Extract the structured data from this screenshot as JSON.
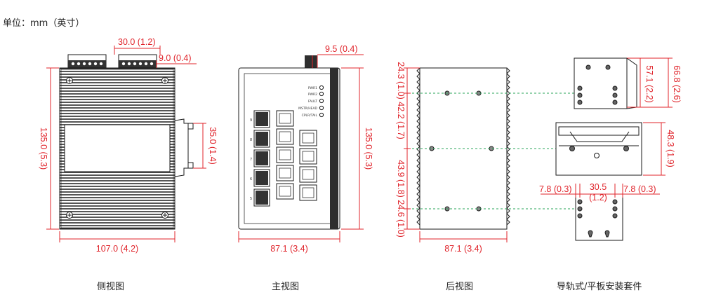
{
  "unit_label": "单位：mm（英寸）",
  "views": {
    "side": {
      "caption": "侧视图",
      "dims": {
        "top_width": "30.0 (1.2)",
        "top_small": "9.0 (0.4)",
        "height": "135.0 (5.3)",
        "din": "35.0 (1.4)",
        "width": "107.0 (4.2)"
      }
    },
    "front": {
      "caption": "主视图",
      "dims": {
        "top": "9.5 (0.4)",
        "height": "135.0 (5.3)",
        "width": "87.1 (3.4)"
      },
      "led_labels": [
        "PWR1",
        "PWR2",
        "FAULT",
        "MSTR/HEAD",
        "CPLR/TAIL"
      ],
      "port_numbers": [
        "9",
        "8",
        "7",
        "6",
        "5"
      ]
    },
    "rear": {
      "caption": "后视图",
      "dims": {
        "d1": "24.3 (1.0)",
        "d2": "42.2 (1.7)",
        "d3": "43.9 (1.8)",
        "d4": "24.6 (1.0)",
        "width": "87.1 (3.4)"
      }
    },
    "kit": {
      "caption": "导轨式/平板安装套件",
      "dims": {
        "h1": "57.1 (2.2)",
        "h2": "66.8 (2.6)",
        "h3": "48.3 (1.9)",
        "w_left": "7.8 (0.3)",
        "w_mid": "30.5",
        "w_mid2": "(1.2)",
        "w_right": "7.8 (0.3)"
      }
    }
  },
  "colors": {
    "dimension": "#e0242b",
    "guide": "#2aa55a",
    "outline": "#1a1a1a"
  }
}
